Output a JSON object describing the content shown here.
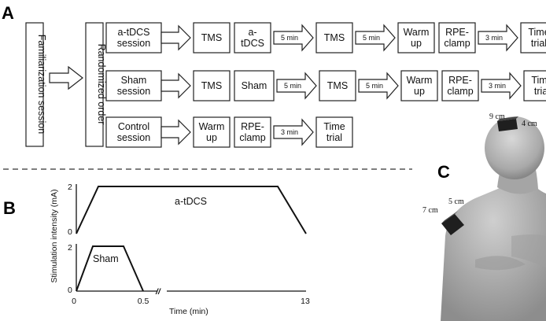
{
  "panels": {
    "a": "A",
    "b": "B",
    "c": "C"
  },
  "familiarization": "Familiarization session",
  "randomized": "Randomized order",
  "rows": [
    {
      "session": [
        "a-tDCS",
        "session"
      ],
      "steps": [
        {
          "kind": "box",
          "lines": [
            "TMS"
          ]
        },
        {
          "kind": "box",
          "lines": [
            "a-",
            "tDCS"
          ]
        },
        {
          "kind": "arrow",
          "label": "5 min"
        },
        {
          "kind": "box",
          "lines": [
            "TMS"
          ]
        },
        {
          "kind": "arrow",
          "label": "5 min"
        },
        {
          "kind": "box",
          "lines": [
            "Warm",
            "up"
          ]
        },
        {
          "kind": "box",
          "lines": [
            "RPE-",
            "clamp"
          ]
        },
        {
          "kind": "arrow",
          "label": "3 min"
        },
        {
          "kind": "box",
          "lines": [
            "Time",
            "trial"
          ]
        }
      ]
    },
    {
      "session": [
        "Sham",
        "session"
      ],
      "steps": [
        {
          "kind": "box",
          "lines": [
            "TMS"
          ]
        },
        {
          "kind": "box",
          "lines": [
            "Sham"
          ]
        },
        {
          "kind": "arrow",
          "label": "5 min"
        },
        {
          "kind": "box",
          "lines": [
            "TMS"
          ]
        },
        {
          "kind": "arrow",
          "label": "5 min"
        },
        {
          "kind": "box",
          "lines": [
            "Warm",
            "up"
          ]
        },
        {
          "kind": "box",
          "lines": [
            "RPE-",
            "clamp"
          ]
        },
        {
          "kind": "arrow",
          "label": "3 min"
        },
        {
          "kind": "box",
          "lines": [
            "Time",
            "trial"
          ]
        }
      ]
    },
    {
      "session": [
        "Control",
        "session"
      ],
      "steps": [
        {
          "kind": "box",
          "lines": [
            "Warm",
            "up"
          ]
        },
        {
          "kind": "box",
          "lines": [
            "RPE-",
            "clamp"
          ]
        },
        {
          "kind": "arrow",
          "label": "3 min"
        },
        {
          "kind": "box",
          "lines": [
            "Time",
            "trial"
          ]
        }
      ]
    }
  ],
  "graph": {
    "ylabel": "Stimulation intensity (mA)",
    "xlabel": "Time  (min)",
    "top_label": "a-tDCS",
    "bottom_label": "Sham",
    "y_top_ticks": [
      "2",
      "0"
    ],
    "y_bottom_ticks": [
      "2",
      "0"
    ],
    "x_ticks": [
      "0",
      "0.5",
      "13"
    ],
    "break_mark": "//"
  },
  "electrodes": {
    "head_w": "9 cm",
    "head_h": "4 cm",
    "shoulder_w": "5 cm",
    "shoulder_h": "7 cm"
  }
}
